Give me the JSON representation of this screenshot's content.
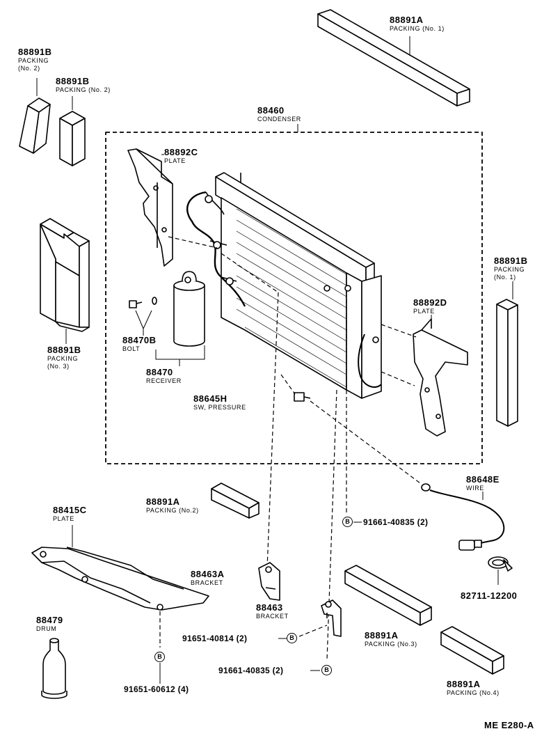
{
  "parts": [
    {
      "id": "p88891A_1",
      "number": "88891A",
      "name": "PACKING (No. 1)"
    },
    {
      "id": "p88891B_2a",
      "number": "88891B",
      "name": "PACKING",
      "sub": "(No. 2)"
    },
    {
      "id": "p88891B_2b",
      "number": "88891B",
      "name": "PACKING (No. 2)"
    },
    {
      "id": "p88460",
      "number": "88460",
      "name": "CONDENSER"
    },
    {
      "id": "p88892C",
      "number": "88892C",
      "name": "PLATE"
    },
    {
      "id": "p88891B_3",
      "number": "88891B",
      "name": "PACKING",
      "sub": "(No. 3)"
    },
    {
      "id": "p88891B_1",
      "number": "88891B",
      "name": "PACKING",
      "sub": "(No. 1)"
    },
    {
      "id": "p88892D",
      "number": "88892D",
      "name": "PLATE"
    },
    {
      "id": "p88470B",
      "number": "88470B",
      "name": "BOLT"
    },
    {
      "id": "p88470",
      "number": "88470",
      "name": "RECEIVER"
    },
    {
      "id": "p88645H",
      "number": "88645H",
      "name": "SW, PRESSURE"
    },
    {
      "id": "p88648E",
      "number": "88648E",
      "name": "WIRE"
    },
    {
      "id": "p88891A_2",
      "number": "88891A",
      "name": "PACKING (No.2)"
    },
    {
      "id": "p88415C",
      "number": "88415C",
      "name": "PLATE"
    },
    {
      "id": "p88463A",
      "number": "88463A",
      "name": "BRACKET"
    },
    {
      "id": "p88463",
      "number": "88463",
      "name": "BRACKET"
    },
    {
      "id": "p88891A_3",
      "number": "88891A",
      "name": "PACKING (No.3)"
    },
    {
      "id": "p88891A_4",
      "number": "88891A",
      "name": "PACKING (No.4)"
    },
    {
      "id": "p88479",
      "number": "88479",
      "name": "DRUM"
    }
  ],
  "fasteners": [
    {
      "id": "f91661_top",
      "text": "91661-40835 (2)",
      "mark": "B"
    },
    {
      "id": "f91651_40814",
      "text": "91651-40814 (2)",
      "mark": "B"
    },
    {
      "id": "f91661_bot",
      "text": "91661-40835 (2)",
      "mark": "B"
    },
    {
      "id": "f91651_60612",
      "text": "91651-60612 (4)",
      "mark": "B"
    }
  ],
  "refs": [
    {
      "id": "r82711",
      "text": "82711-12200"
    }
  ],
  "figure_code": "ME E280-A"
}
